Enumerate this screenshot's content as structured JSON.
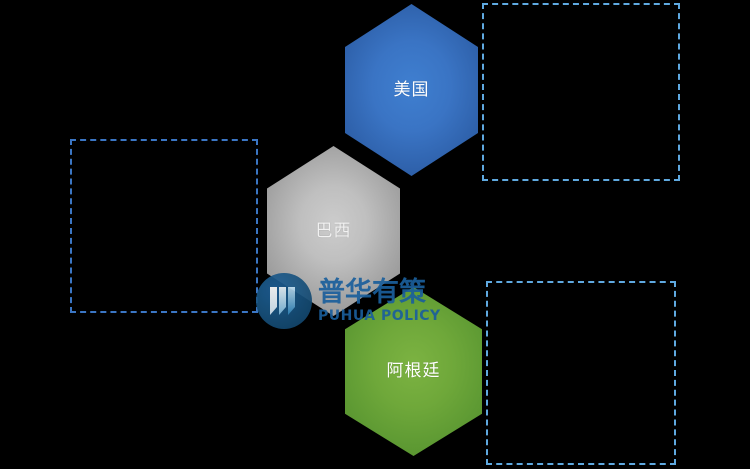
{
  "background_color": "#000000",
  "diagram": {
    "type": "hexagon-cluster",
    "nodes": [
      {
        "id": "us",
        "label": "美国",
        "shape": "hexagon",
        "fill": "#3a74c4",
        "text_color": "#ffffff"
      },
      {
        "id": "brazil",
        "label": "巴西",
        "shape": "hexagon",
        "fill": "#bfbfbf",
        "text_color": "#f2f2f2"
      },
      {
        "id": "argentina",
        "label": "阿根廷",
        "shape": "hexagon",
        "fill": "#6fa83a",
        "text_color": "#ffffff"
      }
    ],
    "placeholders": [
      {
        "id": "top-right",
        "label": "",
        "border_color": "#5fa9e0",
        "border_style": "dashed"
      },
      {
        "id": "left",
        "label": "",
        "border_color": "#3b76c4",
        "border_style": "dashed"
      },
      {
        "id": "bottom-right",
        "label": "",
        "border_color": "#5fa9e0",
        "border_style": "dashed"
      }
    ]
  },
  "watermark": {
    "logo_icon": "triple-chevron-logo-icon",
    "name_cn": "普华有策",
    "name_en": "PUHUA POLICY",
    "color": "#1b5f9c"
  }
}
